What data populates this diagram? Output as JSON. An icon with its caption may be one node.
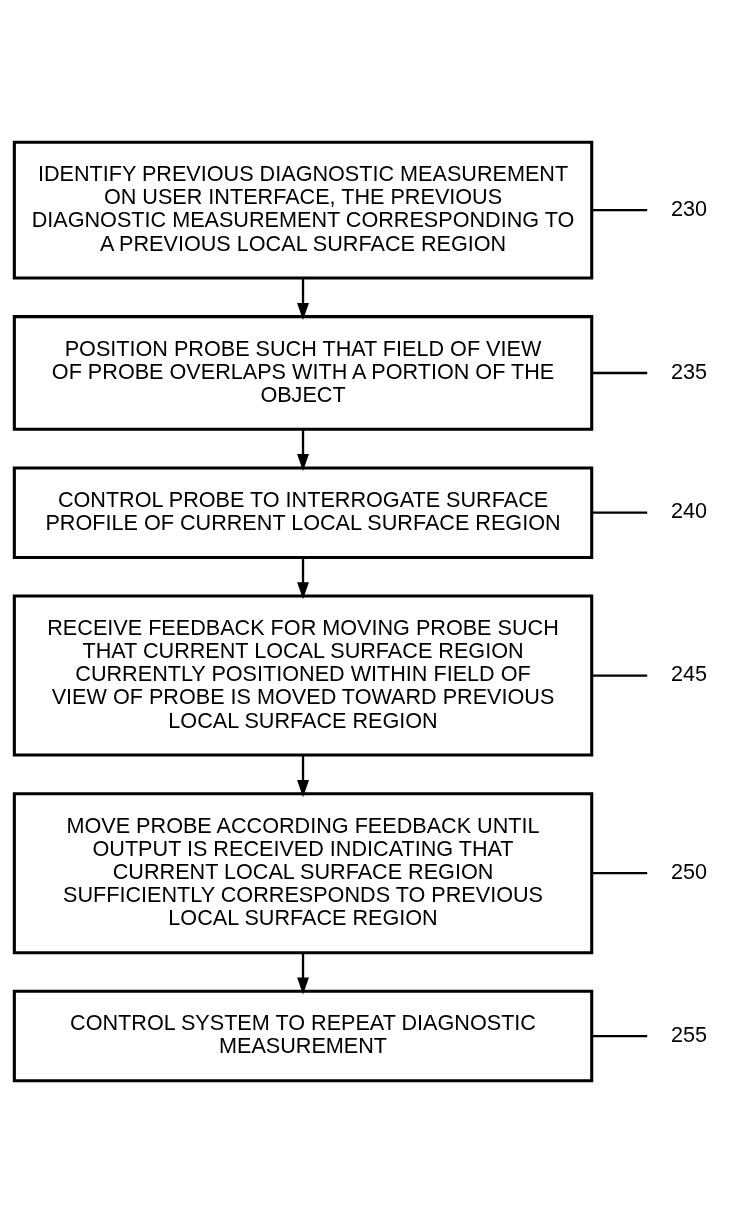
{
  "diagram": {
    "nodes": [
      {
        "text": [
          "IDENTIFY PREVIOUS DIAGNOSTIC MEASUREMENT ON USER INTERFACE, THE PREVIOUS DIAGNOSTIC MEASUREMENT CORRESPONDING TO A PREVIOUS LOCAL SURFACE REGION"
        ]
      },
      {
        "text": [
          "230"
        ]
      },
      {
        "text": [
          "POSITION PROBE SUCH THAT FIELD OF VIEW OF PROBE OVERLAPS WITH A PORTION OF THE OBJECT"
        ]
      },
      {
        "text": [
          "235"
        ]
      },
      {
        "text": [
          "CONTROL PROBE TO INTERROGATE SURFACE PROFILE OF CURRENT LOCAL SURFACE REGION"
        ]
      },
      {
        "text": [
          "240"
        ]
      },
      {
        "text": [
          "RECEIVE FEEDBACK FOR MOVING PROBE SUCH THAT CURRENT LOCAL SURFACE REGION CURRENTLY POSITIONED WITHIN FIELD OF VIEW OF PROBE IS MOVED TOWARD PREVIOUS LOCAL SURFACE REGION"
        ]
      },
      {
        "text": [
          "245"
        ]
      },
      {
        "text": [
          "MOVE PROBE ACCORDING FEEDBACK UNTIL OUTPUT IS RECEIVED INDICATING THAT CURRENT LOCAL SURFACE REGION SUFFICIENTLY CORRESPONDS TO PREVIOUS LOCAL SURFACE REGION"
        ]
      },
      {
        "text": [
          "250"
        ]
      },
      {
        "text": [
          "CONTROL SYSTEM TO REPEAT DIAGNOSTIC MEASUREMENT"
        ]
      },
      {
        "text": [
          "255"
        ]
      }
    ],
    "edges": [
      {
        "from": 0,
        "to": 2,
        "arrow": "to"
      },
      {
        "from": 2,
        "to": 4,
        "arrow": "to"
      },
      {
        "from": 4,
        "to": 6,
        "arrow": "to"
      },
      {
        "from": 6,
        "to": 8,
        "arrow": "to"
      },
      {
        "from": 8,
        "to": 10,
        "arrow": "to"
      },
      {
        "from": 0,
        "to": 1,
        "arrow": "none"
      },
      {
        "from": 2,
        "to": 3,
        "arrow": "none"
      },
      {
        "from": 4,
        "to": 5,
        "arrow": "none"
      },
      {
        "from": 6,
        "to": 7,
        "arrow": "none"
      },
      {
        "from": 8,
        "to": 9,
        "arrow": "none"
      },
      {
        "from": 10,
        "to": 11,
        "arrow": "none"
      }
    ]
  }
}
